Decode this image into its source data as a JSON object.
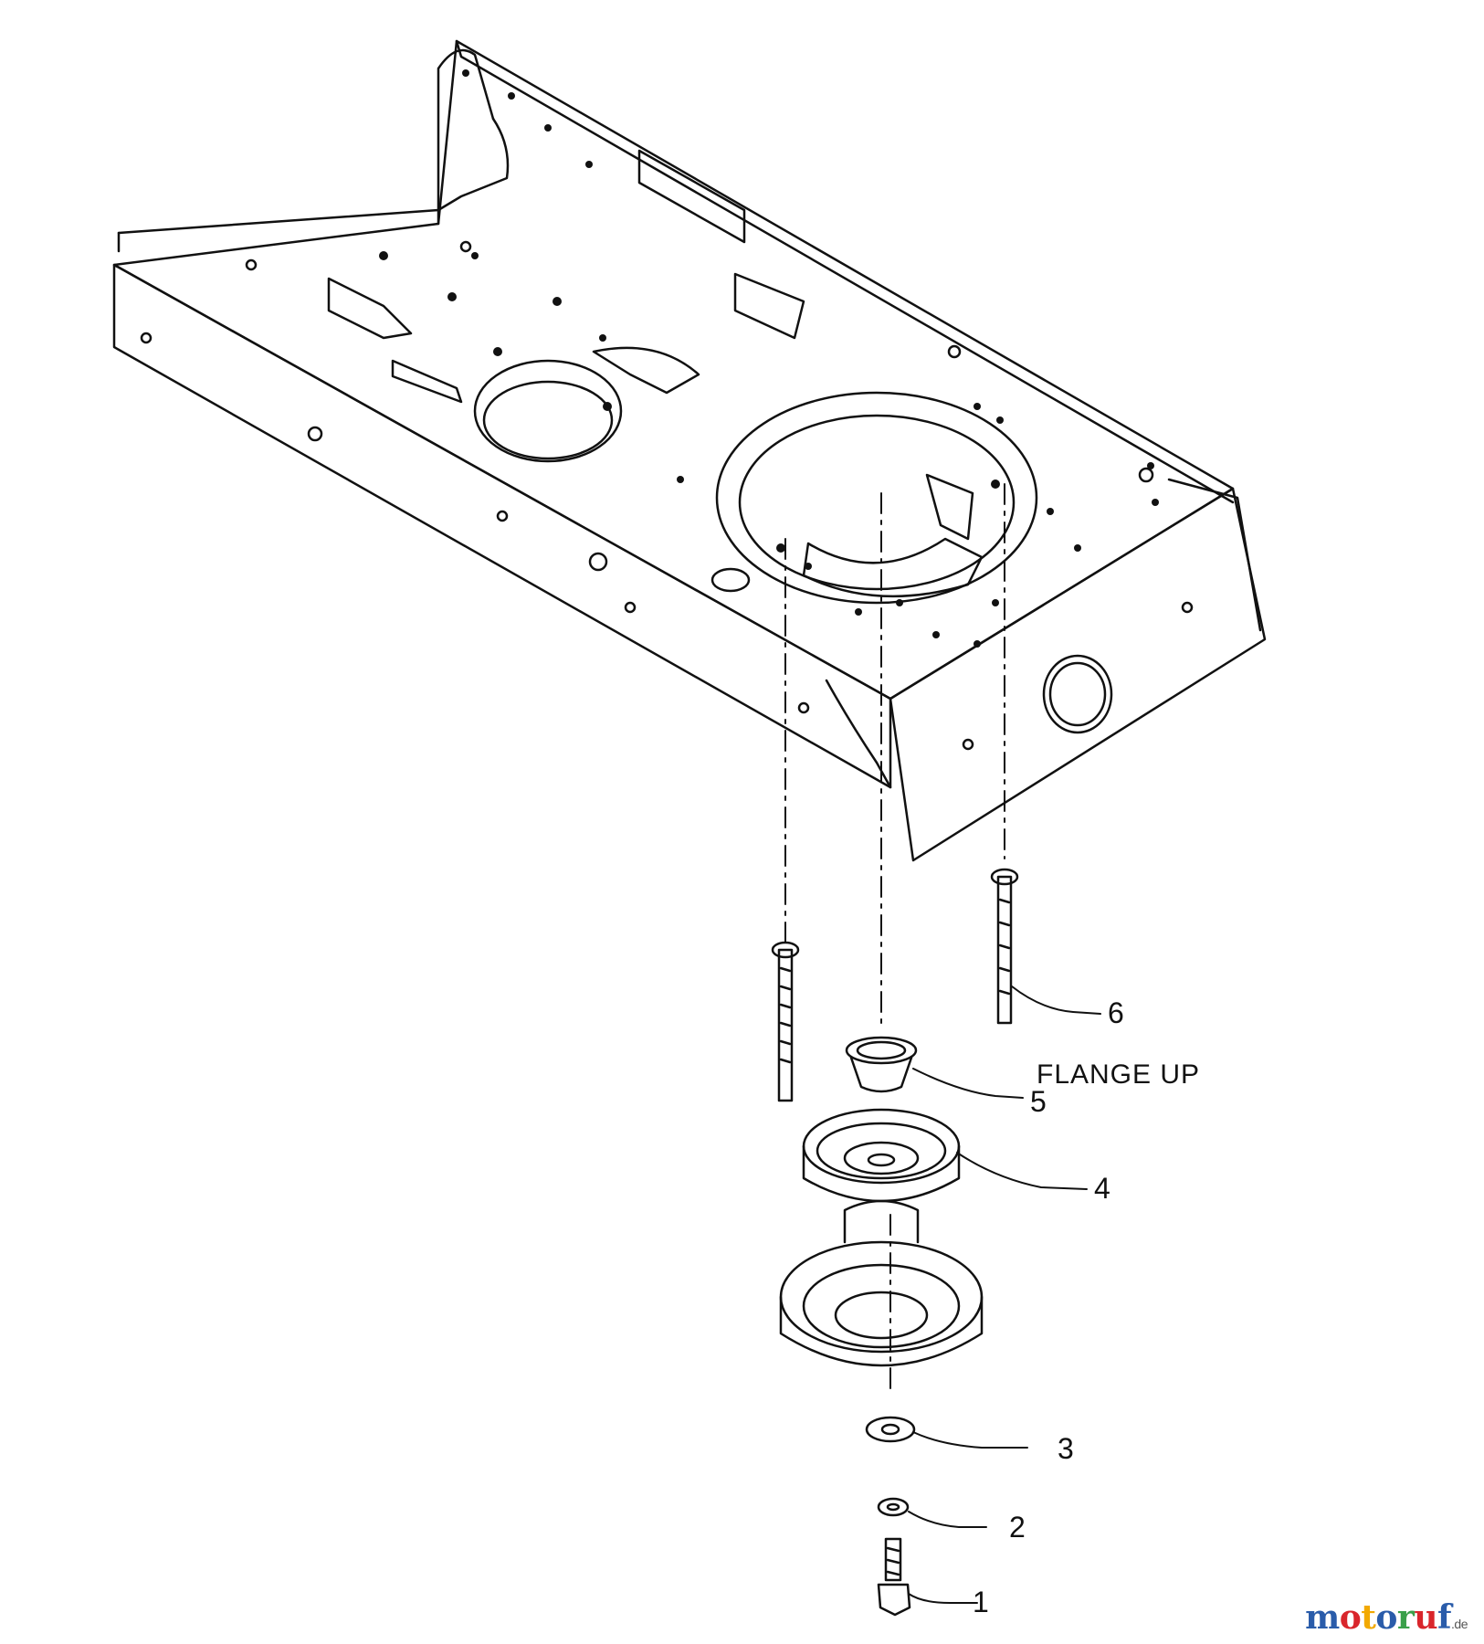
{
  "callouts": [
    {
      "id": "1",
      "label": "1"
    },
    {
      "id": "2",
      "label": "2"
    },
    {
      "id": "3",
      "label": "3"
    },
    {
      "id": "4",
      "label": "4"
    },
    {
      "id": "5",
      "label": "5"
    },
    {
      "id": "6",
      "label": "6"
    }
  ],
  "note": "FLANGE UP",
  "watermark": {
    "letters": [
      "m",
      "o",
      "t",
      "o",
      "r",
      "u",
      "f"
    ],
    "colors": [
      "#2a5caa",
      "#d9262c",
      "#f2a900",
      "#2a5caa",
      "#3aa04a",
      "#d9262c",
      "#2a5caa"
    ],
    "suffix": ".de"
  },
  "colors": {
    "line": "#111111",
    "background": "#ffffff"
  }
}
